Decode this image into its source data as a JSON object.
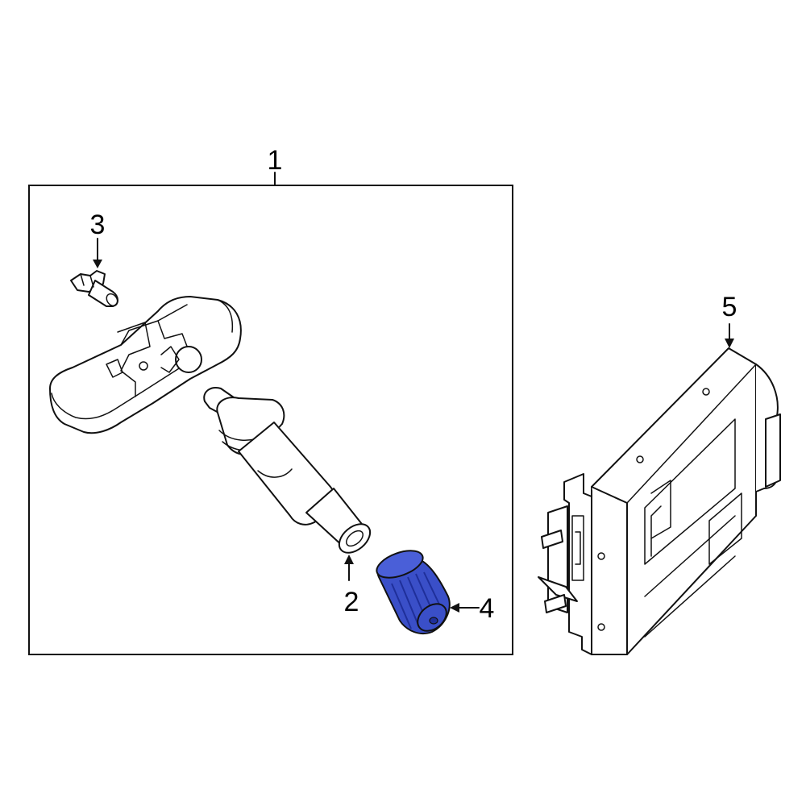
{
  "callouts": {
    "c1": "1",
    "c2": "2",
    "c3": "3",
    "c4": "4",
    "c5": "5"
  },
  "parts": [
    {
      "callout": "1",
      "icon": "tpms-sensor-assembly-icon"
    },
    {
      "callout": "2",
      "icon": "valve-stem-icon"
    },
    {
      "callout": "3",
      "icon": "screw-icon"
    },
    {
      "callout": "4",
      "icon": "valve-cap-icon",
      "highlighted": true
    },
    {
      "callout": "5",
      "icon": "control-module-icon"
    }
  ],
  "colors": {
    "line": "#111111",
    "background": "#ffffff",
    "highlight": "#3a4fc8",
    "highlight_dark": "#1f2f9a"
  }
}
